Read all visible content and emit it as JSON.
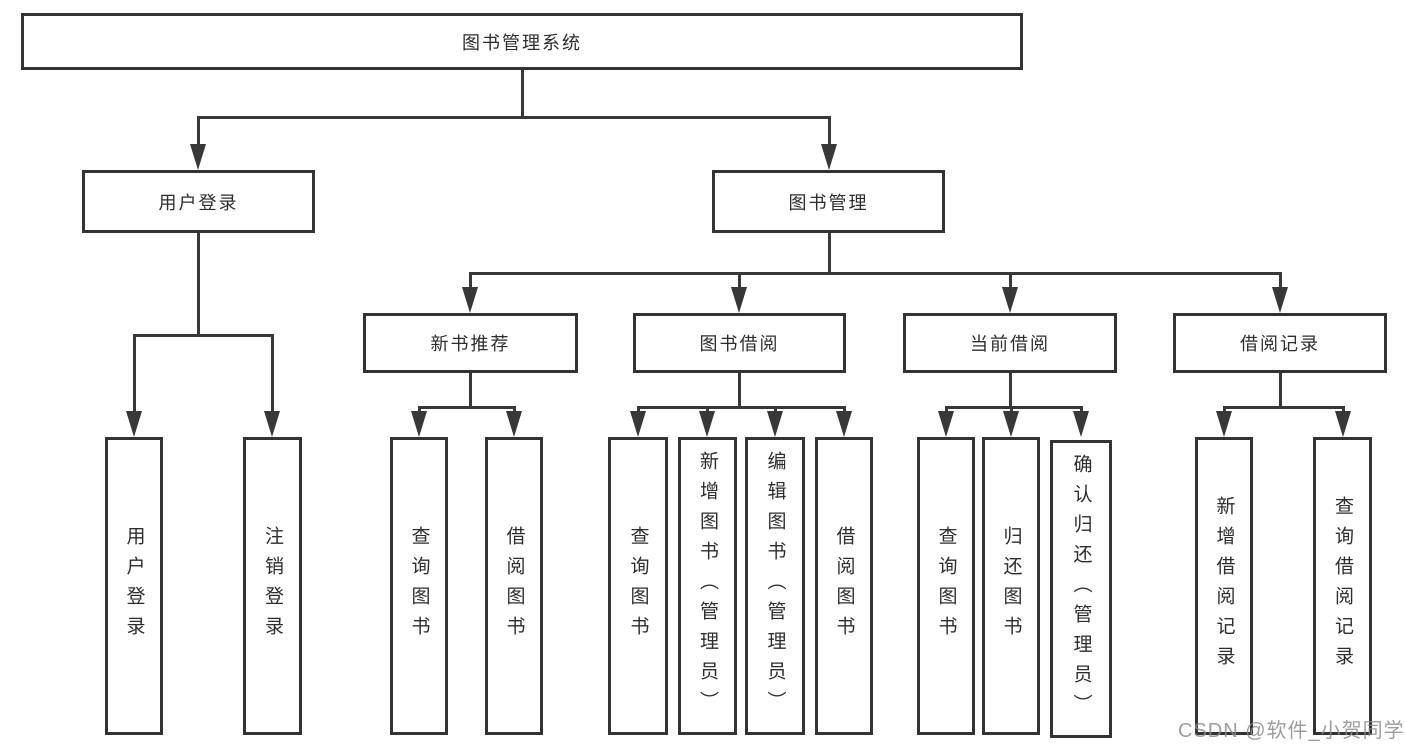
{
  "page": {
    "background": "#ffffff",
    "line_color": "#383838",
    "box_border_color": "#333333",
    "text_color": "#2d2d2d",
    "watermark": {
      "text": "CSDN @软件_小贺同学",
      "color": "#8c8c8c"
    }
  },
  "diagram": {
    "type": "tree",
    "root": {
      "label": "图书管理系统"
    },
    "level2": [
      {
        "id": "user-login",
        "label": "用户登录",
        "parent": "root"
      },
      {
        "id": "book-management",
        "label": "图书管理",
        "parent": "root"
      }
    ],
    "level3": [
      {
        "id": "new-book-recommend",
        "label": "新书推荐",
        "parent": "book-management"
      },
      {
        "id": "book-borrow",
        "label": "图书借阅",
        "parent": "book-management"
      },
      {
        "id": "current-borrow",
        "label": "当前借阅",
        "parent": "book-management"
      },
      {
        "id": "borrow-records",
        "label": "借阅记录",
        "parent": "book-management"
      }
    ],
    "leaves": [
      {
        "label": "用户登录",
        "parent": "user-login"
      },
      {
        "label": "注销登录",
        "parent": "user-login"
      },
      {
        "label": "查询图书",
        "parent": "new-book-recommend"
      },
      {
        "label": "借阅图书",
        "parent": "new-book-recommend"
      },
      {
        "label": "查询图书",
        "parent": "book-borrow"
      },
      {
        "label": "新增图书（管理员）",
        "parent": "book-borrow"
      },
      {
        "label": "编辑图书（管理员）",
        "parent": "book-borrow"
      },
      {
        "label": "借阅图书",
        "parent": "book-borrow"
      },
      {
        "label": "查询图书",
        "parent": "current-borrow"
      },
      {
        "label": "归还图书",
        "parent": "current-borrow"
      },
      {
        "label": "确认归还（管理员）",
        "parent": "current-borrow"
      },
      {
        "label": "新增借阅记录",
        "parent": "borrow-records"
      },
      {
        "label": "查询借阅记录",
        "parent": "borrow-records"
      }
    ]
  }
}
